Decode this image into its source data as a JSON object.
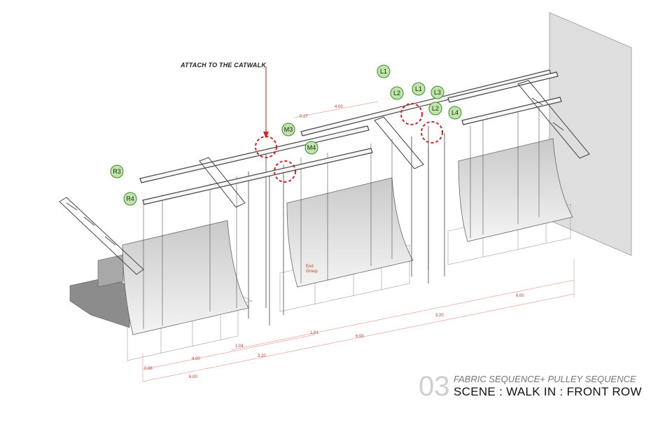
{
  "callout": {
    "text": "ATTACH TO THE CATWALK"
  },
  "caption": {
    "number": "03",
    "subtitle": "FABRIC SEQUENCE+ PULLEY SEQUENCE",
    "title": "SCENE : WALK IN : FRONT ROW"
  },
  "pulley_labels": [
    "L1",
    "L2",
    "L1",
    "L3",
    "L2",
    "L4",
    "M3",
    "M4",
    "R3",
    "R4"
  ],
  "dimensions": [
    "4.00",
    "0.27",
    "1.04",
    "3.20",
    "4.00",
    "0.96",
    "6.00",
    "1.01",
    "6.00",
    "3.20",
    "6.00"
  ],
  "tag": {
    "line1": "End",
    "line2": "Group"
  },
  "colors": {
    "label_fill": "#bfe6a8",
    "label_stroke": "#3a8a2a",
    "highlight": "#d22222",
    "dimension": "#c0392b",
    "fabric_light": "#f4f4f4",
    "fabric_dark": "#c9c9c9",
    "wall": "#dedede"
  }
}
